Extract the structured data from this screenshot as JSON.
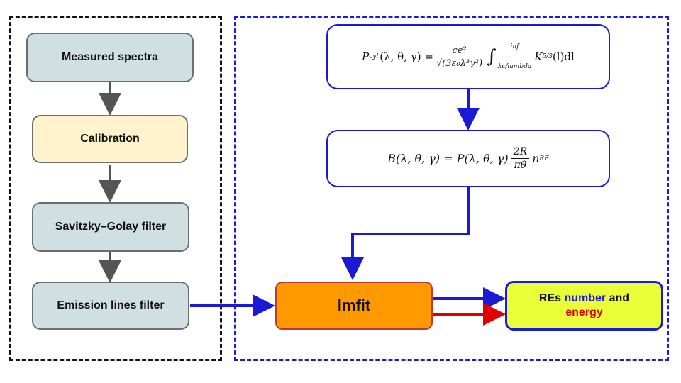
{
  "left_flow": {
    "measured_spectra": "Measured spectra",
    "calibration": "Calibration",
    "savitzky_golay": "Savitzky–Golay filter",
    "emission_lines": "Emission lines filter"
  },
  "equations": {
    "p_cyl": {
      "lhs": "P",
      "lhs_sub": "cyl",
      "args": "(λ, θ, γ) =",
      "num": "ce²",
      "den": "√(3ε₀λ³γ²)",
      "upper": "inf",
      "lower": "λc/lambda",
      "rhs": "K",
      "rhs_sub": "5/3",
      "tail": "(l)dl"
    },
    "b": {
      "lhs": "B(λ, θ, γ) = P(λ, θ, γ)",
      "num": "2R",
      "den": "πθ",
      "tail": "n",
      "tail_sub": "RE"
    }
  },
  "lmfit": {
    "label": "lmfit"
  },
  "result": {
    "prefix": "REs ",
    "word_number": "number",
    "middle": " and",
    "word_energy": "energy"
  },
  "colors": {
    "blue": "#1a1ad6",
    "red": "#e00000",
    "gray_arrow": "#555555",
    "orange": "#ff9900",
    "yellow": "#eaff3a"
  }
}
